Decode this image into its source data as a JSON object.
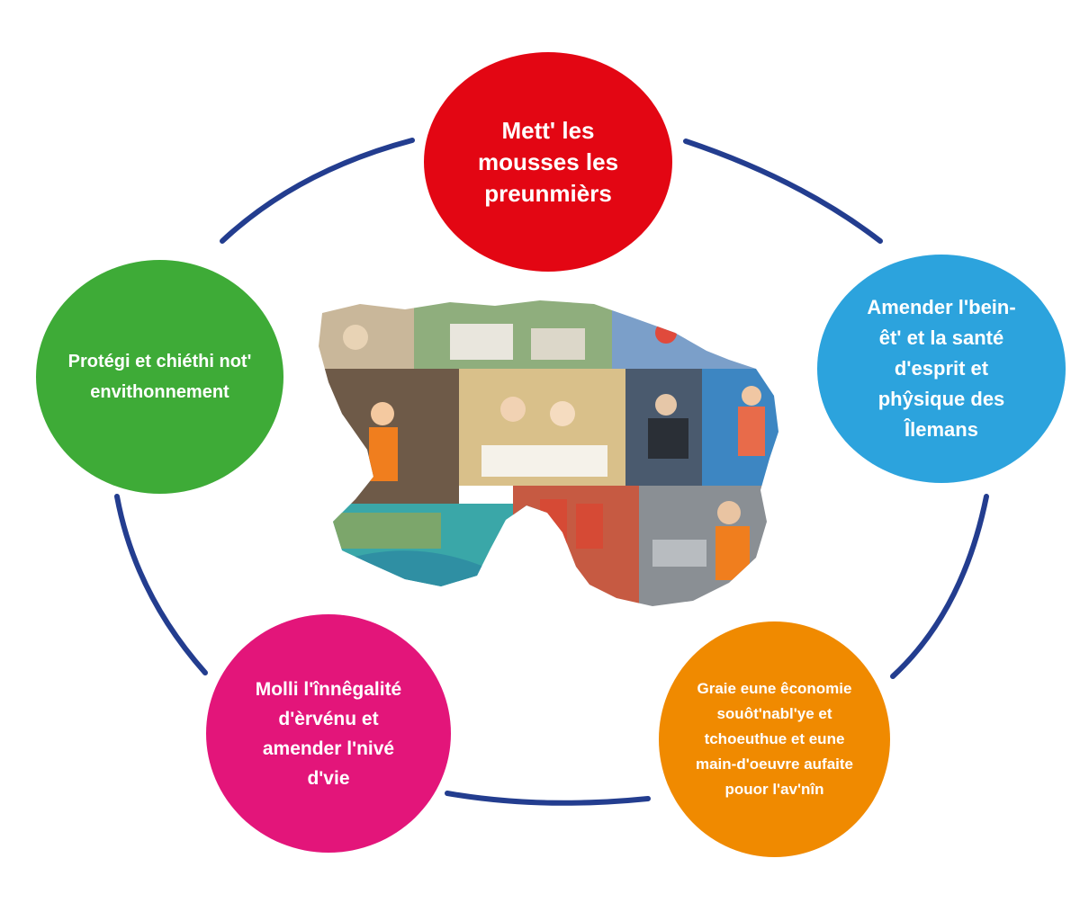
{
  "nodes": {
    "red": {
      "text": "Mett' les mousses les preunmièrs",
      "color": "#e30613"
    },
    "blue": {
      "text": "Amender l'bein-êt' et la santé d'esprit et phŷsique des Îlemans",
      "color": "#2ca3dd"
    },
    "green": {
      "text": "Protégi et chiéthi not' envithonnement",
      "color": "#3eab37"
    },
    "magenta": {
      "text": "Molli l'înnêgalité d'èrvénu et amender l'nivé d'vie",
      "color": "#e3157a"
    },
    "orange": {
      "text": "Graie eune êconomie souôt'nabl'ye et tchoeuthue et eune main-d'oeuvre aufaite pouor l'av'nîn",
      "color": "#f08a00"
    }
  },
  "ring_color": "#233d8f",
  "photo_panels": [
    "children-laughing-photo",
    "housing-street-photo",
    "cyclist-child-photo",
    "engineer-with-laptop-photo",
    "schoolchildren-classroom-photo",
    "senior-exercising-photo",
    "fitness-instructor-photo",
    "coastal-harbour-photo",
    "industrial-tanks-photo",
    "apprentice-machinist-photo"
  ]
}
